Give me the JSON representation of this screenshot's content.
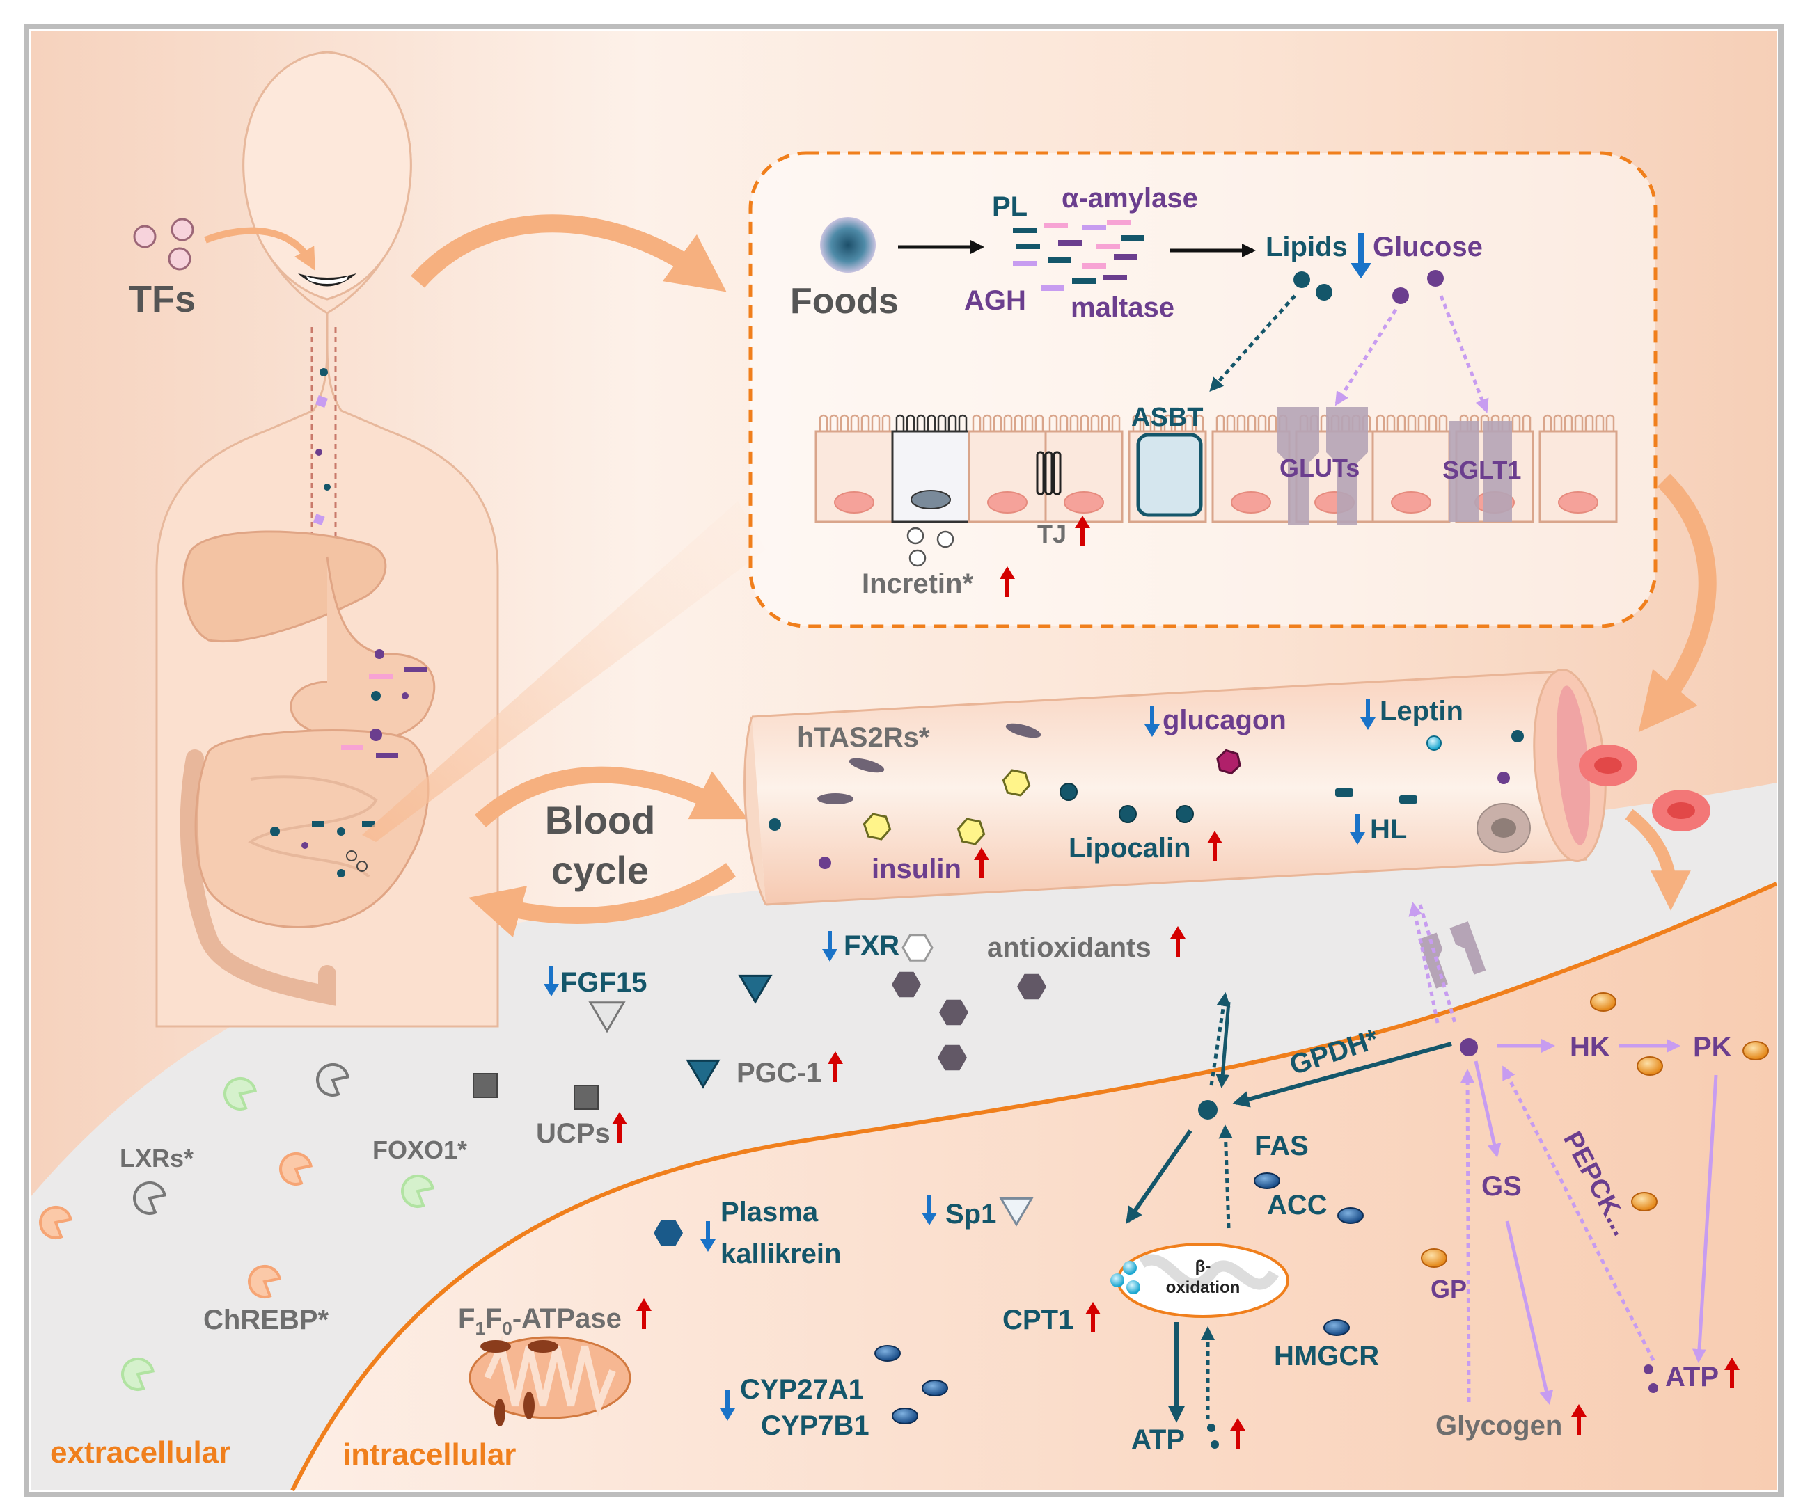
{
  "colors": {
    "teal": "#14566a",
    "purple": "#6b3e8e",
    "grey_text": "#6e6e6e",
    "orange": "#f07f1c",
    "up_arrow": "#d40000",
    "down_arrow": "#1a73c8",
    "background_peach": "#fbe3d4",
    "extracellular_grey": "#ececec"
  },
  "left": {
    "tfs": "TFs",
    "blood_cycle_line1": "Blood",
    "blood_cycle_line2": "cycle"
  },
  "inset": {
    "foods": "Foods",
    "pl": "PL",
    "alpha_amylase": "α-amylase",
    "agh": "AGH",
    "maltase": "maltase",
    "lipids": "Lipids",
    "glucose": "Glucose",
    "asbt": "ASBT",
    "gluts": "GLUTs",
    "sglt1": "SGLT1",
    "tj": "TJ",
    "incretin": "Incretin*"
  },
  "vessel": {
    "htas2rs": "hTAS2Rs*",
    "glucagon": "glucagon",
    "leptin": "Leptin",
    "insulin": "insulin",
    "lipocalin": "Lipocalin",
    "hl": "HL"
  },
  "extracellular": {
    "fgf15": "FGF15",
    "fxr": "FXR",
    "antioxidants": "antioxidants",
    "pgc1": "PGC-1",
    "ucps": "UCPs",
    "lxrs": "LXRs*",
    "foxo1": "FOXO1*",
    "chrebp": "ChREBP*",
    "label": "extracellular"
  },
  "intracellular": {
    "plasma": "Plasma",
    "kallikrein": "kallikrein",
    "sp1": "Sp1",
    "atpase_f": "F",
    "atpase_sub1": "1",
    "atpase_mid": "F",
    "atpase_sub0": "0",
    "atpase_rest": "-ATPase",
    "cyp27a1": "CYP27A1",
    "cyp7b1": "CYP7B1",
    "beta": "β-",
    "oxidation": "oxidation",
    "cpt1": "CPT1",
    "atp_left": "ATP",
    "fas": "FAS",
    "acc": "ACC",
    "hmgcr": "HMGCR",
    "gpdh": "GPDH*",
    "hk": "HK",
    "pk": "PK",
    "gs": "GS",
    "pepck": "PEPCK...",
    "gp": "GP",
    "glycogen": "Glycogen",
    "atp_right": "ATP",
    "label": "intracellular"
  }
}
